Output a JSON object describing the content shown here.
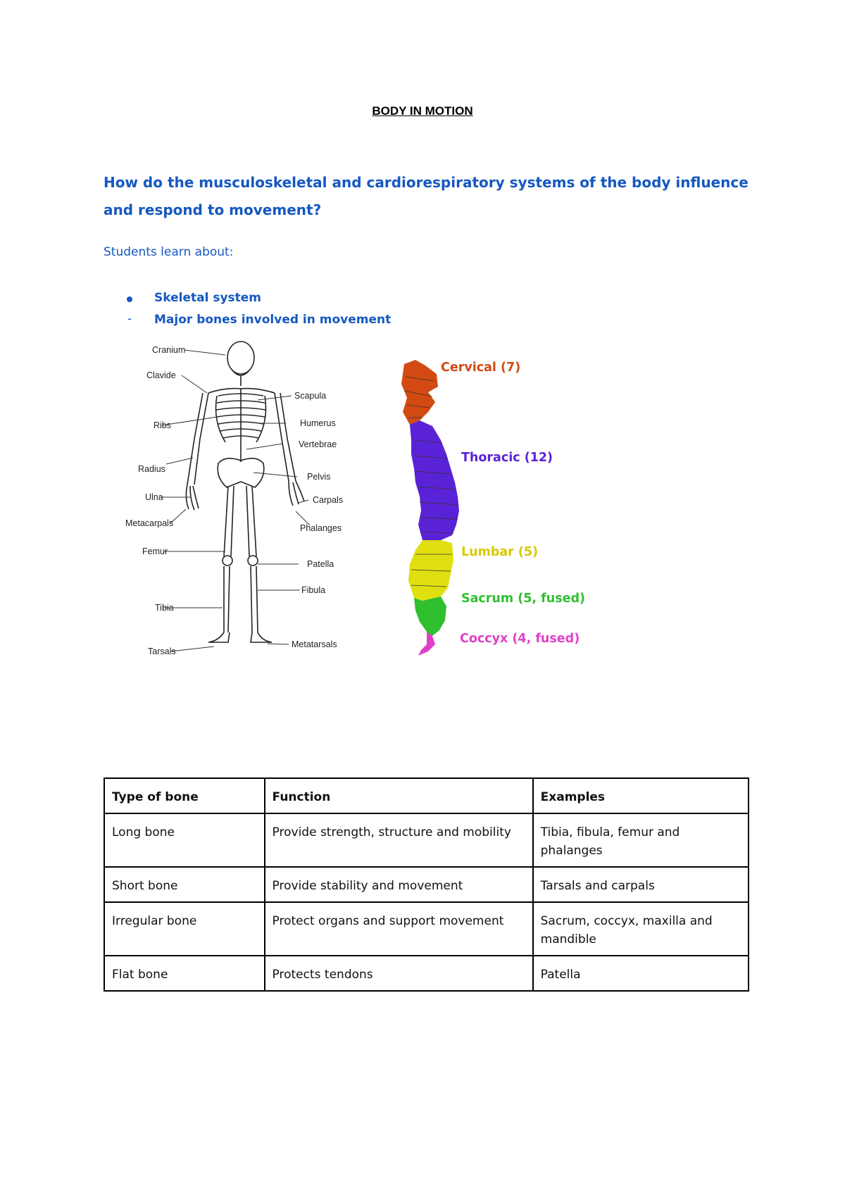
{
  "title": "BODY IN MOTION",
  "question": "How do the musculoskeletal and cardiorespiratory systems of the body influence and respond to movement?",
  "students_learn": "Students learn about:",
  "list": {
    "item1": "Skeletal system",
    "item2": "Major bones involved in movement",
    "dash": "-"
  },
  "skeleton_labels": {
    "cranium": "Cranium",
    "clavicle": "Clavide",
    "ribs": "Ribs",
    "radius": "Radius",
    "ulna": "Ulna",
    "metacarpals": "Metacarpals",
    "femur": "Femur",
    "tibia": "Tibia",
    "tarsals": "Tarsals",
    "scapula": "Scapula",
    "humerus": "Humerus",
    "vertebrae": "Vertebrae",
    "pelvis": "Pelvis",
    "carpals": "Carpals",
    "phalanges": "Phalanges",
    "patella": "Patella",
    "fibula": "Fibula",
    "metatarsals": "Metatarsals"
  },
  "spine_labels": {
    "cervical": "Cervical (7)",
    "thoracic": "Thoracic (12)",
    "lumbar": "Lumbar (5)",
    "sacrum": "Sacrum (5, fused)",
    "coccyx": "Coccyx (4, fused)"
  },
  "spine_colors": {
    "cervical": "#d24a12",
    "thoracic": "#5a22d6",
    "lumbar": "#e0e010",
    "sacrum": "#2fbf2f",
    "coccyx": "#e040c8"
  },
  "table": {
    "headers": [
      "Type of bone",
      "Function",
      "Examples"
    ],
    "rows": [
      [
        "Long bone",
        "Provide strength, structure and mobility",
        "Tibia, fibula, femur and phalanges"
      ],
      [
        "Short bone",
        "Provide stability and movement",
        "Tarsals and carpals"
      ],
      [
        "Irregular bone",
        "Protect organs and support movement",
        "Sacrum, coccyx, maxilla and mandible"
      ],
      [
        "Flat bone",
        "Protects tendons",
        "Patella"
      ]
    ]
  }
}
